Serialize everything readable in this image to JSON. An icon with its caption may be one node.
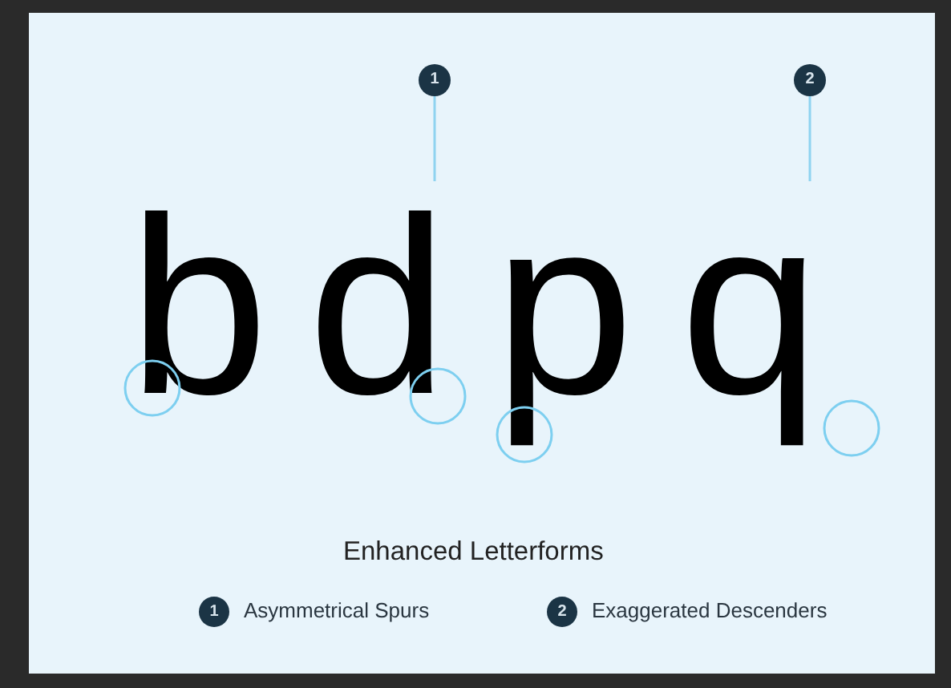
{
  "diagram": {
    "title": "Enhanced Letterforms",
    "nodes": [
      {
        "text": [
          "1"
        ]
      },
      {
        "text": [
          "2"
        ]
      },
      {
        "text": [
          "d"
        ]
      },
      {
        "text": [
          "q"
        ]
      },
      {
        "text": [
          "1"
        ],
        "beside": [
          "Asymmetrical Spurs"
        ]
      },
      {
        "text": [
          "2"
        ],
        "beside": [
          "Exaggerated Descenders"
        ]
      }
    ],
    "edges": [
      {
        "from": 0,
        "to": 2,
        "arrow": "none"
      },
      {
        "from": 1,
        "to": 3,
        "arrow": "none"
      }
    ],
    "labels": [
      "b",
      "p"
    ]
  }
}
